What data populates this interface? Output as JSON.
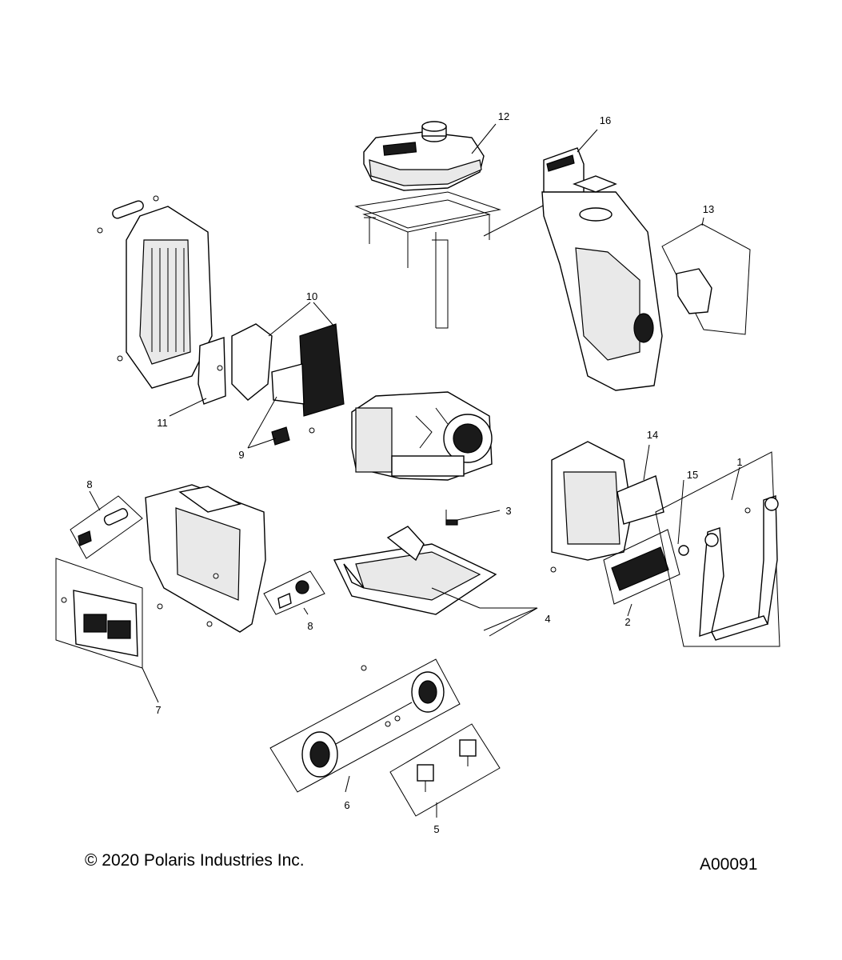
{
  "callouts": [
    {
      "id": "1",
      "text": "1"
    },
    {
      "id": "2",
      "text": "2"
    },
    {
      "id": "3",
      "text": "3"
    },
    {
      "id": "4",
      "text": "4"
    },
    {
      "id": "5",
      "text": "5"
    },
    {
      "id": "6",
      "text": "6"
    },
    {
      "id": "7",
      "text": "7"
    },
    {
      "id": "8a",
      "text": "8"
    },
    {
      "id": "8b",
      "text": "8"
    },
    {
      "id": "9",
      "text": "9"
    },
    {
      "id": "10",
      "text": "10"
    },
    {
      "id": "11",
      "text": "11"
    },
    {
      "id": "12",
      "text": "12"
    },
    {
      "id": "13",
      "text": "13"
    },
    {
      "id": "14",
      "text": "14"
    },
    {
      "id": "15",
      "text": "15"
    },
    {
      "id": "16",
      "text": "16"
    }
  ],
  "footer": {
    "copyright": "© 2020 Polaris Industries Inc.",
    "diagram_id": "A00091"
  }
}
